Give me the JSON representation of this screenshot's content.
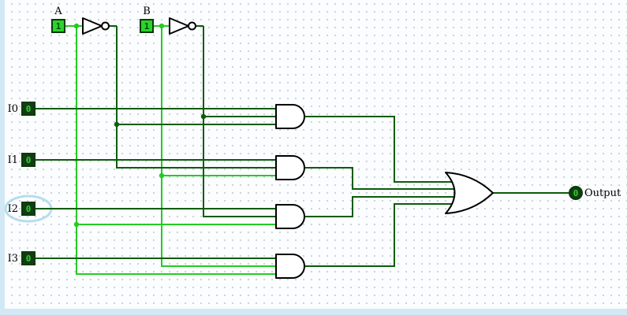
{
  "canvas": {
    "type": "logic-circuit",
    "highlighted_pin": "I2"
  },
  "colors": {
    "canvas_bg": "#fcfdfe",
    "grid_dot": "#c8d2dc",
    "edge_strip": "#d2e8f4",
    "wire_high": "#23cc23",
    "wire_low": "#0b5c0b",
    "gate_stroke": "#000000",
    "pin_border": "#0b3a0b",
    "pin_on_fill": "#2bd42b",
    "pin_on_text": "#0a4a0a",
    "pin_off_fill": "#143c14",
    "pin_off_text": "#2bd42b",
    "label_color": "#000000",
    "hover_halo": "#a8d8ea"
  },
  "inputs": {
    "a": {
      "label": "A",
      "value": "1"
    },
    "b": {
      "label": "B",
      "value": "1"
    },
    "i0": {
      "label": "I0",
      "value": "0"
    },
    "i1": {
      "label": "I1",
      "value": "0"
    },
    "i2": {
      "label": "I2",
      "value": "0"
    },
    "i3": {
      "label": "I3",
      "value": "0"
    }
  },
  "output": {
    "label": "Output",
    "value": "0"
  }
}
